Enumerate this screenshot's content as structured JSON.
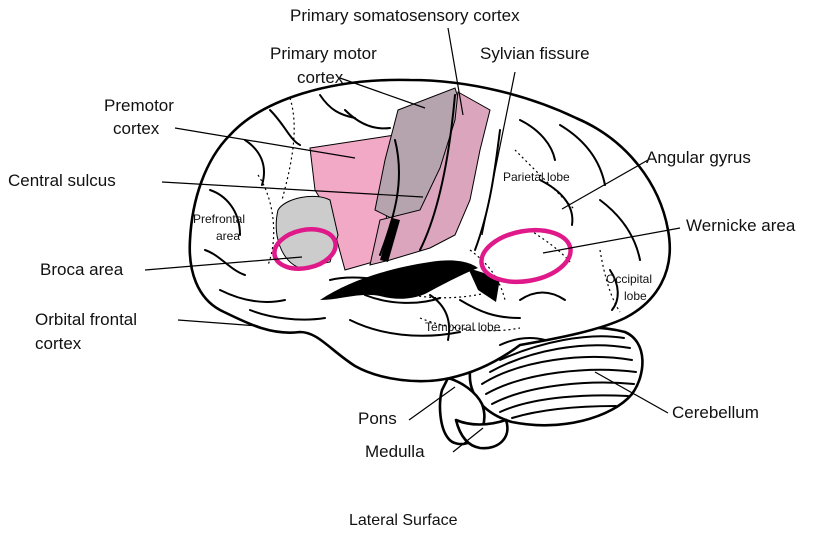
{
  "caption": "Lateral Surface",
  "labels": {
    "primary_somatosensory": "Primary somatosensory cortex",
    "primary_motor_1": "Primary motor",
    "primary_motor_2": "cortex",
    "sylvian": "Sylvian fissure",
    "premotor_1": "Premotor",
    "premotor_2": "cortex",
    "central_sulcus": "Central sulcus",
    "angular_gyrus": "Angular gyrus",
    "parietal_lobe": "Parietal lobe",
    "prefrontal_1": "Prefrontal",
    "prefrontal_2": "area",
    "wernicke": "Wernicke area",
    "broca": "Broca area",
    "occipital_1": "Occipital",
    "occipital_2": "lobe",
    "orbital_1": "Orbital frontal",
    "orbital_2": "cortex",
    "temporal_lobe": "Temporal lobe",
    "pons": "Pons",
    "cerebellum": "Cerebellum",
    "medulla": "Medulla"
  },
  "colors": {
    "premotor": "#f1a9c6",
    "motor": "#b5a4ad",
    "somatosensory": "#dba6bd",
    "prefrontal": "#cccccc",
    "highlight_ring": "#e0198a"
  }
}
